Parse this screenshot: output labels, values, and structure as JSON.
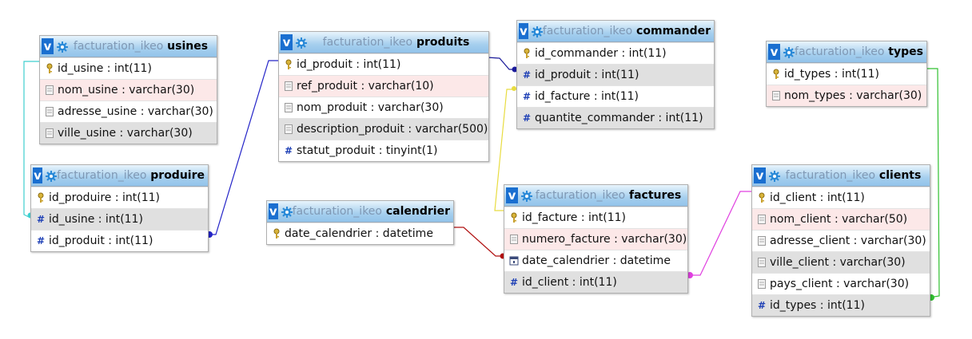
{
  "database": "facturation_ikeo",
  "tables": [
    {
      "id": "usines",
      "name": "usines",
      "rows": [
        {
          "text": "id_usine : int(11)",
          "icon": "key",
          "bg": "white"
        },
        {
          "text": "nom_usine : varchar(30)",
          "icon": "column",
          "bg": "pink"
        },
        {
          "text": "adresse_usine : varchar(30)",
          "icon": "column",
          "bg": "white"
        },
        {
          "text": "ville_usine : varchar(30)",
          "icon": "column",
          "bg": "gray"
        }
      ]
    },
    {
      "id": "produire",
      "name": "produire",
      "rows": [
        {
          "text": "id_produire : int(11)",
          "icon": "key",
          "bg": "white"
        },
        {
          "text": "id_usine : int(11)",
          "icon": "hash",
          "bg": "gray"
        },
        {
          "text": "id_produit : int(11)",
          "icon": "hash",
          "bg": "white"
        }
      ]
    },
    {
      "id": "produits",
      "name": "produits",
      "rows": [
        {
          "text": "id_produit : int(11)",
          "icon": "key",
          "bg": "white"
        },
        {
          "text": "ref_produit : varchar(10)",
          "icon": "column",
          "bg": "pink"
        },
        {
          "text": "nom_produit : varchar(30)",
          "icon": "column",
          "bg": "white"
        },
        {
          "text": "description_produit : varchar(500)",
          "icon": "column",
          "bg": "gray"
        },
        {
          "text": "statut_produit : tinyint(1)",
          "icon": "hash",
          "bg": "white"
        }
      ]
    },
    {
      "id": "calendrier",
      "name": "calendrier",
      "rows": [
        {
          "text": "date_calendrier : datetime",
          "icon": "key",
          "bg": "white"
        }
      ]
    },
    {
      "id": "commander",
      "name": "commander",
      "rows": [
        {
          "text": "id_commander : int(11)",
          "icon": "key",
          "bg": "white"
        },
        {
          "text": "id_produit : int(11)",
          "icon": "hash",
          "bg": "gray"
        },
        {
          "text": "id_facture : int(11)",
          "icon": "hash",
          "bg": "white"
        },
        {
          "text": "quantite_commander : int(11)",
          "icon": "hash",
          "bg": "gray"
        }
      ]
    },
    {
      "id": "factures",
      "name": "factures",
      "rows": [
        {
          "text": "id_facture : int(11)",
          "icon": "key",
          "bg": "white"
        },
        {
          "text": "numero_facture : varchar(30)",
          "icon": "column",
          "bg": "pink"
        },
        {
          "text": "date_calendrier : datetime",
          "icon": "calendar",
          "bg": "white"
        },
        {
          "text": "id_client : int(11)",
          "icon": "hash",
          "bg": "gray"
        }
      ]
    },
    {
      "id": "types",
      "name": "types",
      "rows": [
        {
          "text": "id_types : int(11)",
          "icon": "key",
          "bg": "white"
        },
        {
          "text": "nom_types : varchar(30)",
          "icon": "column",
          "bg": "pink"
        }
      ]
    },
    {
      "id": "clients",
      "name": "clients",
      "rows": [
        {
          "text": "id_client : int(11)",
          "icon": "key",
          "bg": "white"
        },
        {
          "text": "nom_client : varchar(50)",
          "icon": "column",
          "bg": "pink"
        },
        {
          "text": "adresse_client : varchar(30)",
          "icon": "column",
          "bg": "white"
        },
        {
          "text": "ville_client : varchar(30)",
          "icon": "column",
          "bg": "gray"
        },
        {
          "text": "pays_client : varchar(30)",
          "icon": "column",
          "bg": "white"
        },
        {
          "text": "id_types : int(11)",
          "icon": "hash",
          "bg": "gray"
        }
      ]
    }
  ],
  "relations": [
    {
      "from": "produire.id_usine",
      "to": "usines.id_usine",
      "color": "#3ecfcf"
    },
    {
      "from": "produire.id_produit",
      "to": "produits.id_produit",
      "color": "#2424c8"
    },
    {
      "from": "commander.id_produit",
      "to": "produits.id_produit",
      "color": "#1a1a9a"
    },
    {
      "from": "commander.id_facture",
      "to": "factures.id_facture",
      "color": "#e8dc40"
    },
    {
      "from": "factures.date_calendrier",
      "to": "calendrier.date_calendrier",
      "color": "#b01010"
    },
    {
      "from": "factures.id_client",
      "to": "clients.id_client",
      "color": "#e040e0"
    },
    {
      "from": "clients.id_types",
      "to": "types.id_types",
      "color": "#30c030"
    }
  ]
}
